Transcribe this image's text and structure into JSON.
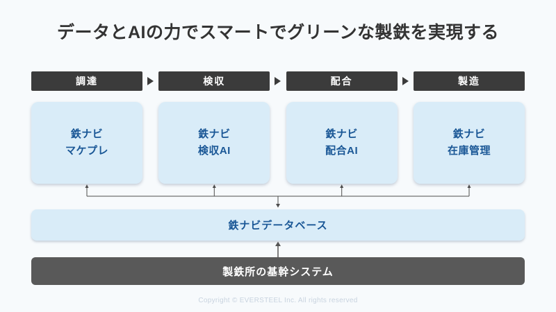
{
  "title": "データとAIの力でスマートでグリーンな製鉄を実現する",
  "process_steps": [
    {
      "label": "調達"
    },
    {
      "label": "検収"
    },
    {
      "label": "配合"
    },
    {
      "label": "製造"
    }
  ],
  "apps": [
    {
      "label": "鉄ナビ\nマケプレ"
    },
    {
      "label": "鉄ナビ\n検収AI"
    },
    {
      "label": "鉄ナビ\n配合AI"
    },
    {
      "label": "鉄ナビ\n在庫管理"
    }
  ],
  "database": {
    "label": "鉄ナビデータベース"
  },
  "core_system": {
    "label": "製鉄所の基幹システム"
  },
  "footer": {
    "copyright": "Copyright © EVERSTEEL Inc. All rights reserved"
  },
  "icons": {
    "step_separator": "right-triangle-arrow",
    "app_to_db": "down-arrow",
    "core_to_db": "up-arrow"
  },
  "colors": {
    "background": "#f7fafc",
    "step_box": "#3b3b3b",
    "app_box_bg": "#d9ecf8",
    "app_text": "#1a5796",
    "core_system_bg": "#595959",
    "title_text": "#333333",
    "connector": "#4d4d4d",
    "footer_text": "#c8d3df"
  }
}
